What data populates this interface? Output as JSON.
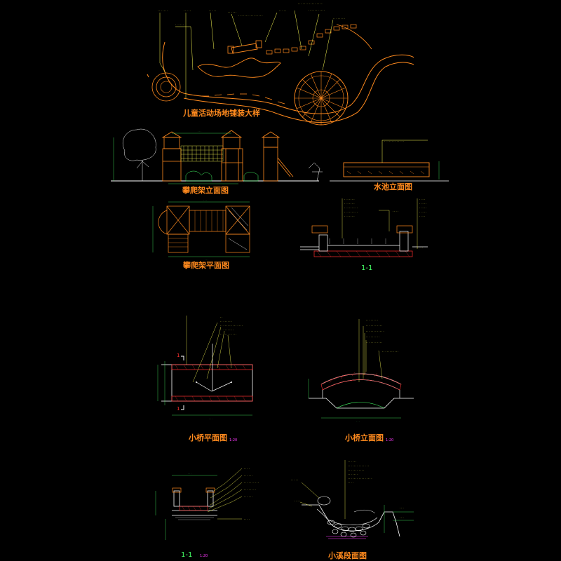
{
  "titles": {
    "playground": "儿童活动场地铺装大样",
    "climb_elev": "攀爬架立面图",
    "pool_elev": "水池立面图",
    "climb_plan": "攀爬架平面图",
    "section_11_a": "1-1",
    "bridge_plan": "小桥平面图",
    "bridge_elev": "小桥立面图",
    "section_11_b": "1-1",
    "creek": "小溪段面图"
  },
  "scales": {
    "bridge_plan": "1:20",
    "bridge_elev": "1:20",
    "section_11_b": "1:20"
  },
  "section_marks": {
    "bridge_plan_top": "1",
    "bridge_plan_bottom": "1"
  },
  "colors": {
    "background": "#000000",
    "title": "#ff8a1e",
    "orange_line": "#ff8a1e",
    "annotation_yellow": "#ffff55",
    "annotation_green": "#44ff66",
    "dimension_green": "#44ff66",
    "structure_white": "#ffffff",
    "scale_magenta": "#ff3bff",
    "hatch_red": "#ff3030"
  }
}
